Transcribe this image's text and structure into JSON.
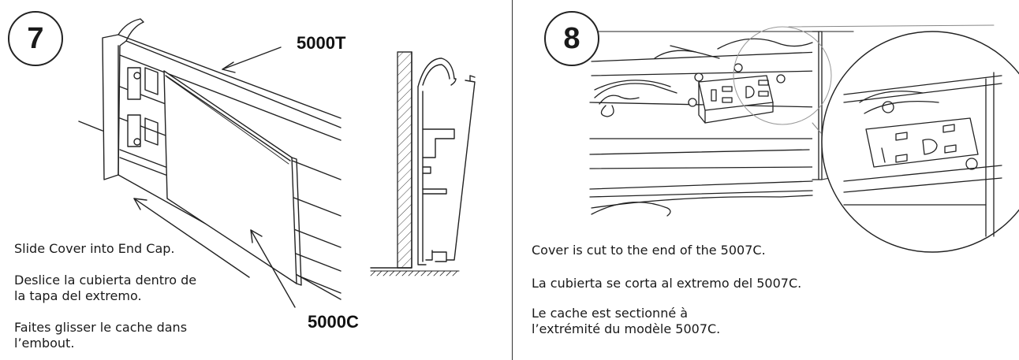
{
  "step_7": {
    "number": "7",
    "label_top": "5000T",
    "label_bottom": "5000C",
    "caption_en": "Slide Cover into End Cap.",
    "caption_es": "Deslice la cubierta dentro de la tapa del extremo.",
    "caption_fr": "Faites glisser le cache dans l’embout."
  },
  "step_8": {
    "number": "8",
    "caption_en": "Cover is cut to the end of the 5007C.",
    "caption_es": "La cubierta se corta al extremo del 5007C.",
    "caption_fr": "Le cache est sectionné à l’extrémité du modèle 5007C."
  },
  "colors": {
    "line": "#222222",
    "hatch": "#444444",
    "magnifier": "#888888"
  }
}
